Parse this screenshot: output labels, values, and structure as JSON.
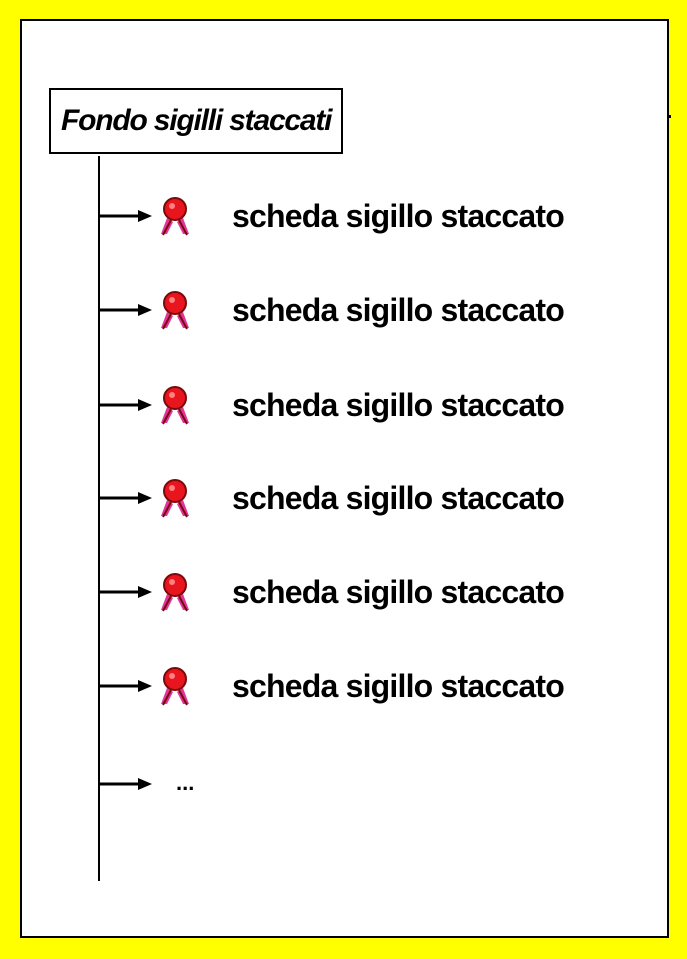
{
  "diagram": {
    "root": {
      "label": "Fondo sigilli staccati"
    },
    "children": [
      {
        "label": "scheda sigillo staccato",
        "icon": "seal-icon"
      },
      {
        "label": "scheda sigillo staccato",
        "icon": "seal-icon"
      },
      {
        "label": "scheda sigillo staccato",
        "icon": "seal-icon"
      },
      {
        "label": "scheda sigillo staccato",
        "icon": "seal-icon"
      },
      {
        "label": "scheda sigillo staccato",
        "icon": "seal-icon"
      },
      {
        "label": "scheda sigillo staccato",
        "icon": "seal-icon"
      }
    ],
    "more": {
      "label": "..."
    }
  },
  "colors": {
    "background": "#ffff00",
    "panel": "#ffffff",
    "lines": "#000000",
    "seal_red": "#e8141e",
    "seal_dark": "#7a0a0a",
    "ribbon": "#e0349a"
  }
}
